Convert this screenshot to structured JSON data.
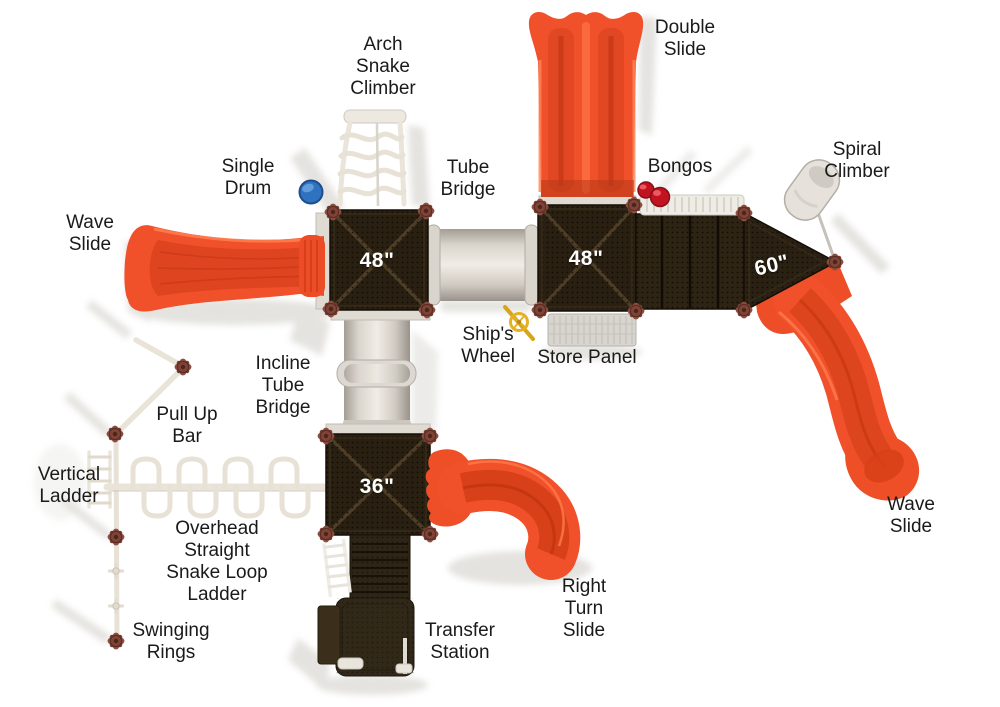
{
  "diagram": {
    "type": "playground-equipment-top-view",
    "labels": {
      "arch_snake_climber": "Arch\nSnake\nClimber",
      "double_slide": "Double\nSlide",
      "single_drum": "Single\nDrum",
      "tube_bridge": "Tube\nBridge",
      "bongos": "Bongos",
      "spiral_climber": "Spiral\nClimber",
      "wave_slide_left": "Wave\nSlide",
      "ships_wheel": "Ship's\nWheel",
      "store_panel": "Store Panel",
      "incline_tube_bridge": "Incline\nTube\nBridge",
      "pull_up_bar": "Pull Up\nBar",
      "vertical_ladder": "Vertical\nLadder",
      "overhead_ladder": "Overhead\nStraight\nSnake Loop\nLadder",
      "swinging_rings": "Swinging\nRings",
      "transfer_station": "Transfer\nStation",
      "right_turn_slide": "Right\nTurn\nSlide",
      "wave_slide_right": "Wave\nSlide"
    },
    "deck_sizes": {
      "deck_48_left": "48\"",
      "deck_48_right": "48\"",
      "deck_60": "60\"",
      "deck_36": "36\""
    },
    "colors": {
      "background": "#ffffff",
      "label_text": "#1a1a1a",
      "slide_orange": "#f0502a",
      "slide_shadow_orange": "#d84019",
      "deck_dark_brown": "#2a2012",
      "post_cap_brown": "#7e4437",
      "tube_gray": "#e8e3dc",
      "frame_beige": "#e9e3d8",
      "drum_blue": "#2f73c0",
      "bongo_red": "#c2141f",
      "wheel_yellow": "#e3b122",
      "ground_shadow": "#cfccc6"
    }
  }
}
